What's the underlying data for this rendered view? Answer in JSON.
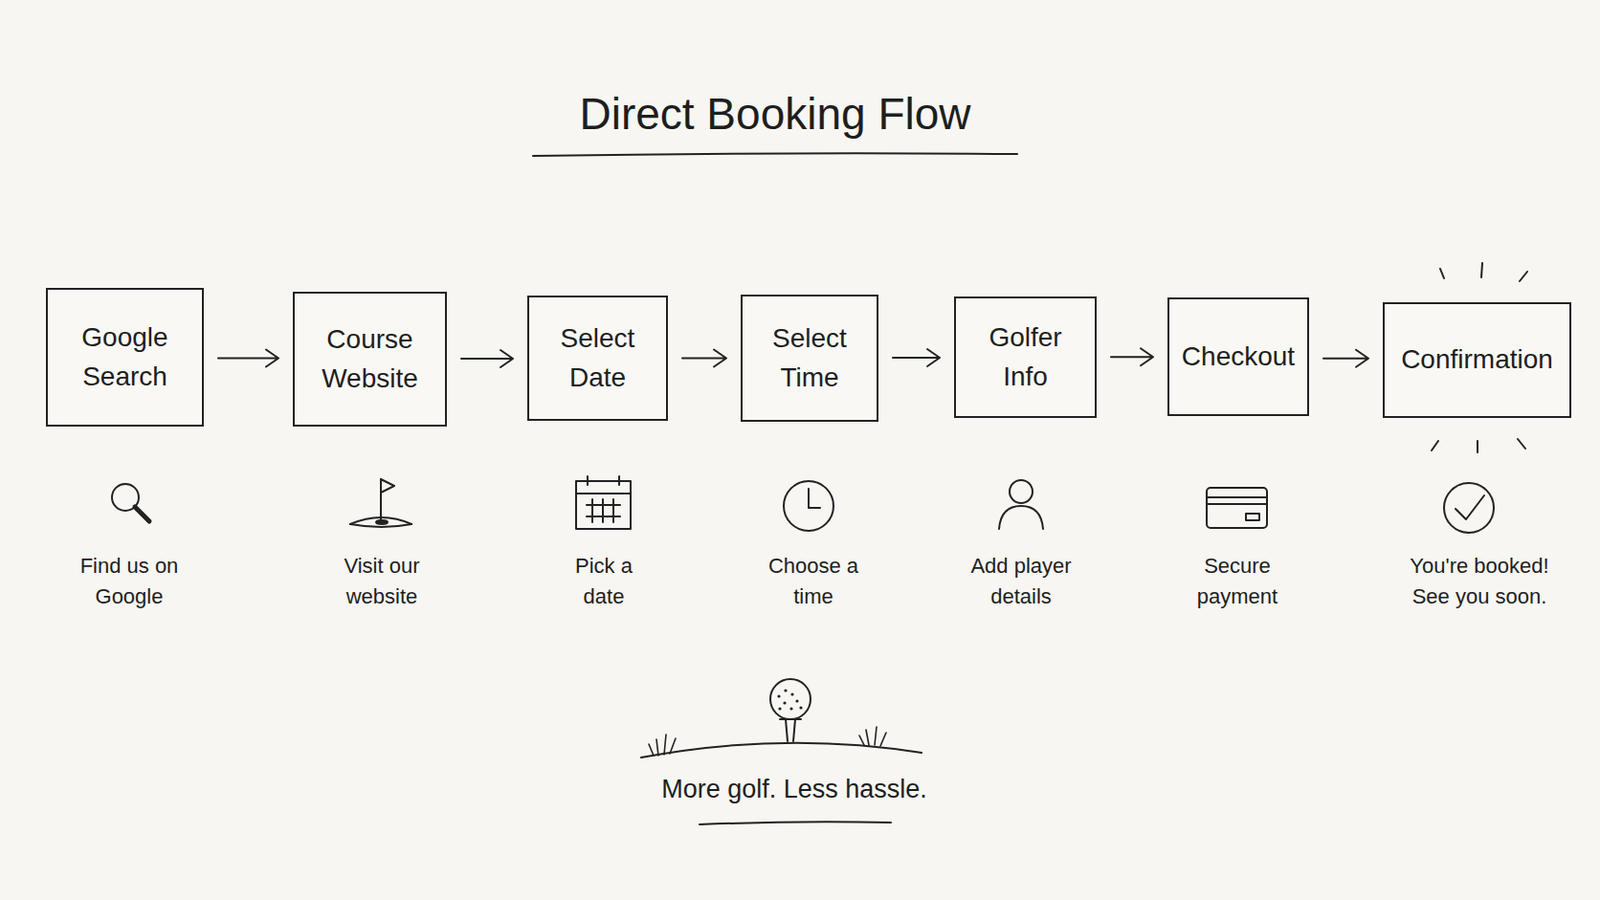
{
  "diagram": {
    "title": "Direct Booking Flow",
    "caption": "More golf. Less hassle.",
    "nodes": [
      {
        "text": [
          "Google Search"
        ]
      },
      {
        "text": [
          "Course Website"
        ]
      },
      {
        "text": [
          "Select Date"
        ]
      },
      {
        "text": [
          "Select Time"
        ]
      },
      {
        "text": [
          "Golfer Info"
        ]
      },
      {
        "text": [
          "Checkout"
        ]
      },
      {
        "text": [
          "Confirmation"
        ]
      }
    ],
    "edges": [
      {
        "from": 0,
        "to": 1,
        "arrow": "to"
      },
      {
        "from": 1,
        "to": 2,
        "arrow": "to"
      },
      {
        "from": 2,
        "to": 3,
        "arrow": "to"
      },
      {
        "from": 3,
        "to": 4,
        "arrow": "to"
      },
      {
        "from": 4,
        "to": 5,
        "arrow": "to"
      },
      {
        "from": 5,
        "to": 6,
        "arrow": "to"
      }
    ],
    "labels": [
      "Find us on Google",
      "Visit our website",
      "Pick a date",
      "Choose a time",
      "Add player details",
      "Secure payment",
      "You're booked! See you soon."
    ]
  }
}
